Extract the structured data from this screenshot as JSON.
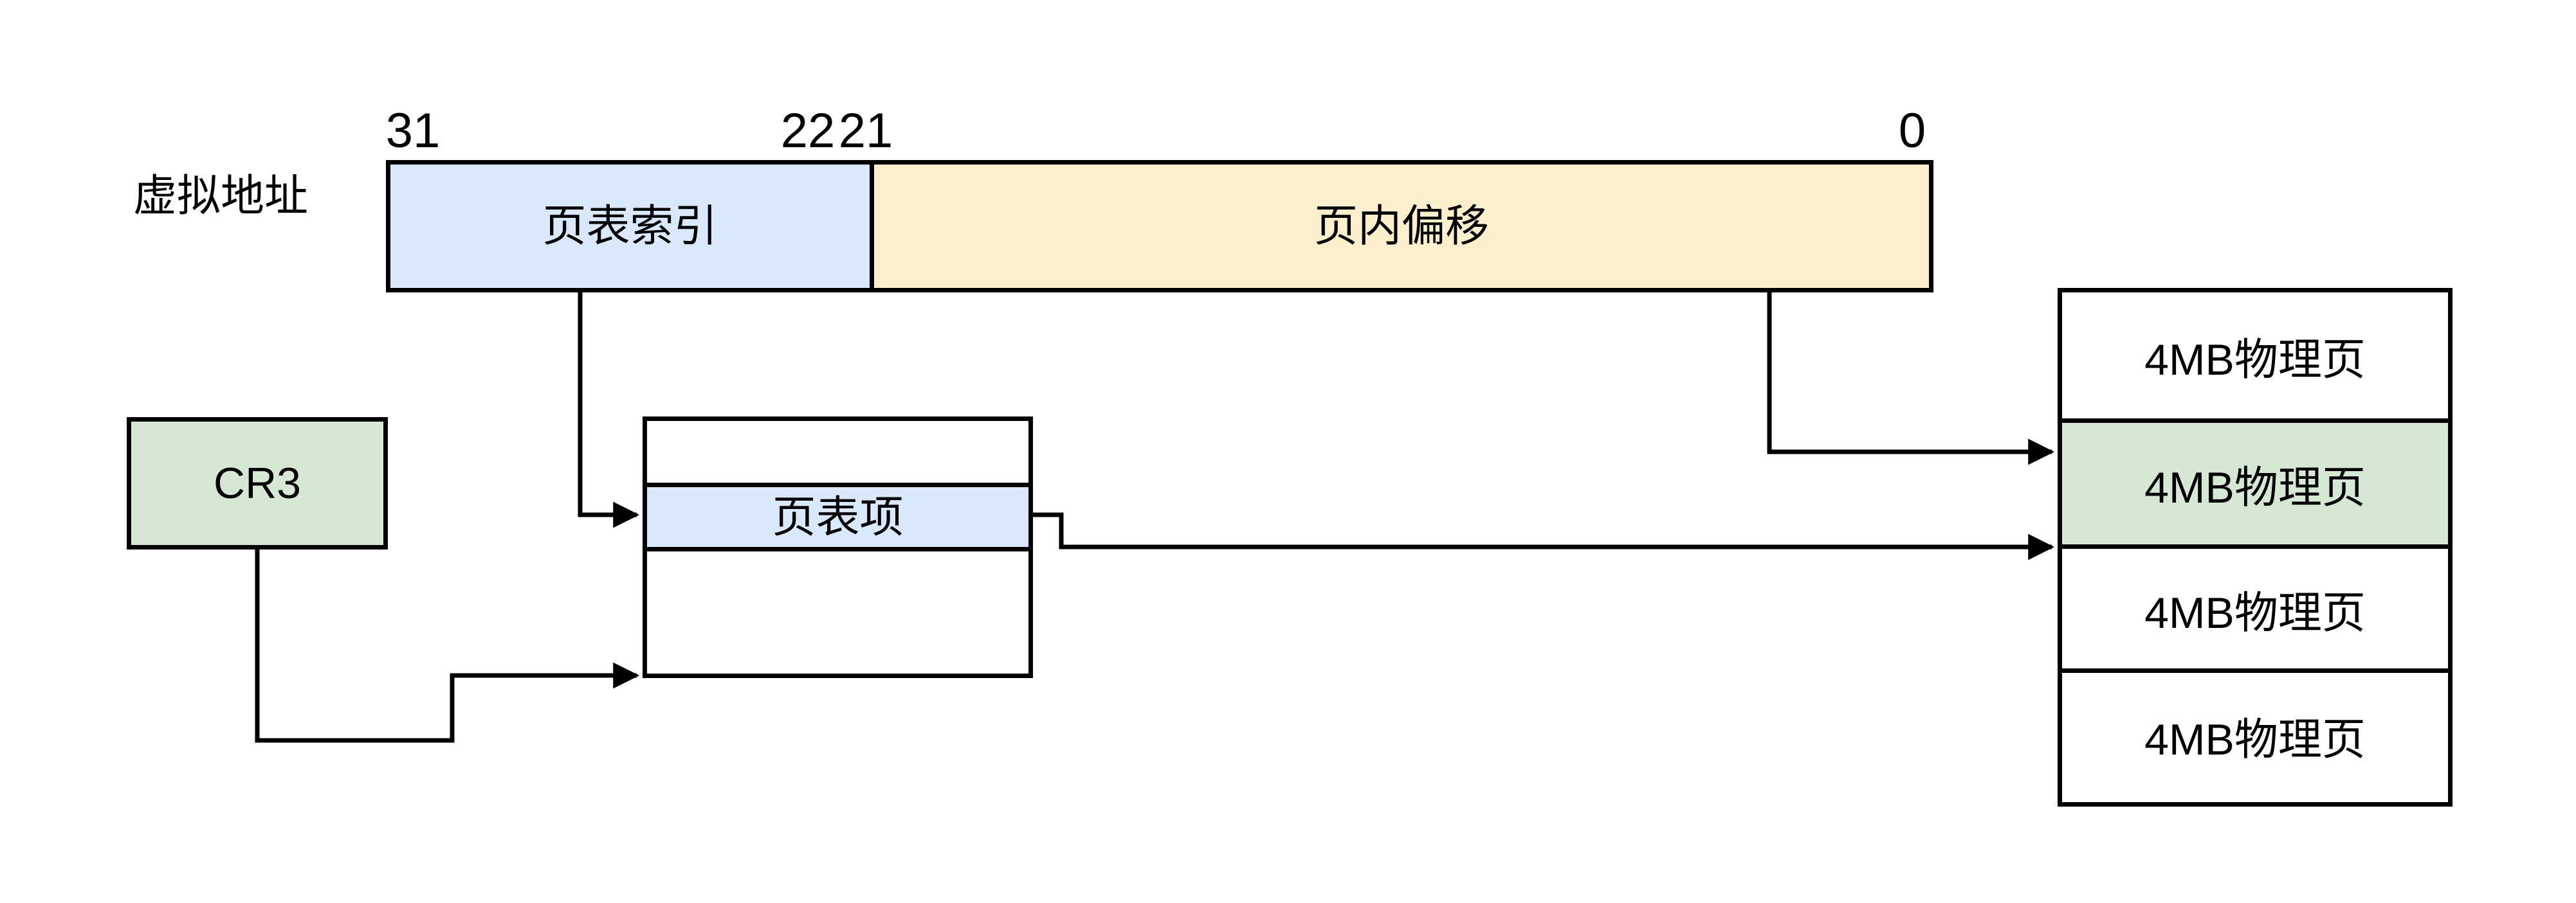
{
  "diagram": {
    "title_label": "虚拟地址",
    "colors": {
      "field_index_blue": "#dae8fc",
      "field_offset_yellow": "#fcf0cc",
      "highlight_green": "#d5e8d4",
      "stroke_black": "#000000",
      "background_white": "#ffffff"
    },
    "virtual_address": {
      "bit_31": "31",
      "bit_22": "22",
      "bit_21": "21",
      "bit_0": "0",
      "index_field_label": "页表索引",
      "offset_field_label": "页内偏移"
    },
    "cr3": {
      "label": "CR3"
    },
    "page_table": {
      "entry_label": "页表项"
    },
    "physical_memory": {
      "pages": [
        {
          "label": "4MB物理页",
          "highlighted": false
        },
        {
          "label": "4MB物理页",
          "highlighted": true
        },
        {
          "label": "4MB物理页",
          "highlighted": false
        },
        {
          "label": "4MB物理页",
          "highlighted": false
        }
      ]
    }
  }
}
